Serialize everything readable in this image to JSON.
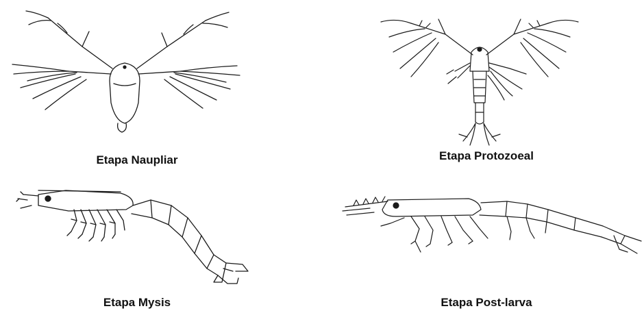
{
  "stages": [
    {
      "id": "nauplius",
      "label": "Etapa Naupliar",
      "icon": "nauplius-larva-drawing"
    },
    {
      "id": "protozoea",
      "label": "Etapa Protozoeal",
      "icon": "protozoea-larva-drawing"
    },
    {
      "id": "mysis",
      "label": "Etapa Mysis",
      "icon": "mysis-larva-drawing"
    },
    {
      "id": "postlarva",
      "label": "Etapa Post-larva",
      "icon": "post-larva-shrimp-drawing"
    }
  ],
  "colors": {
    "line": "#1a1a1a",
    "background": "#ffffff"
  }
}
